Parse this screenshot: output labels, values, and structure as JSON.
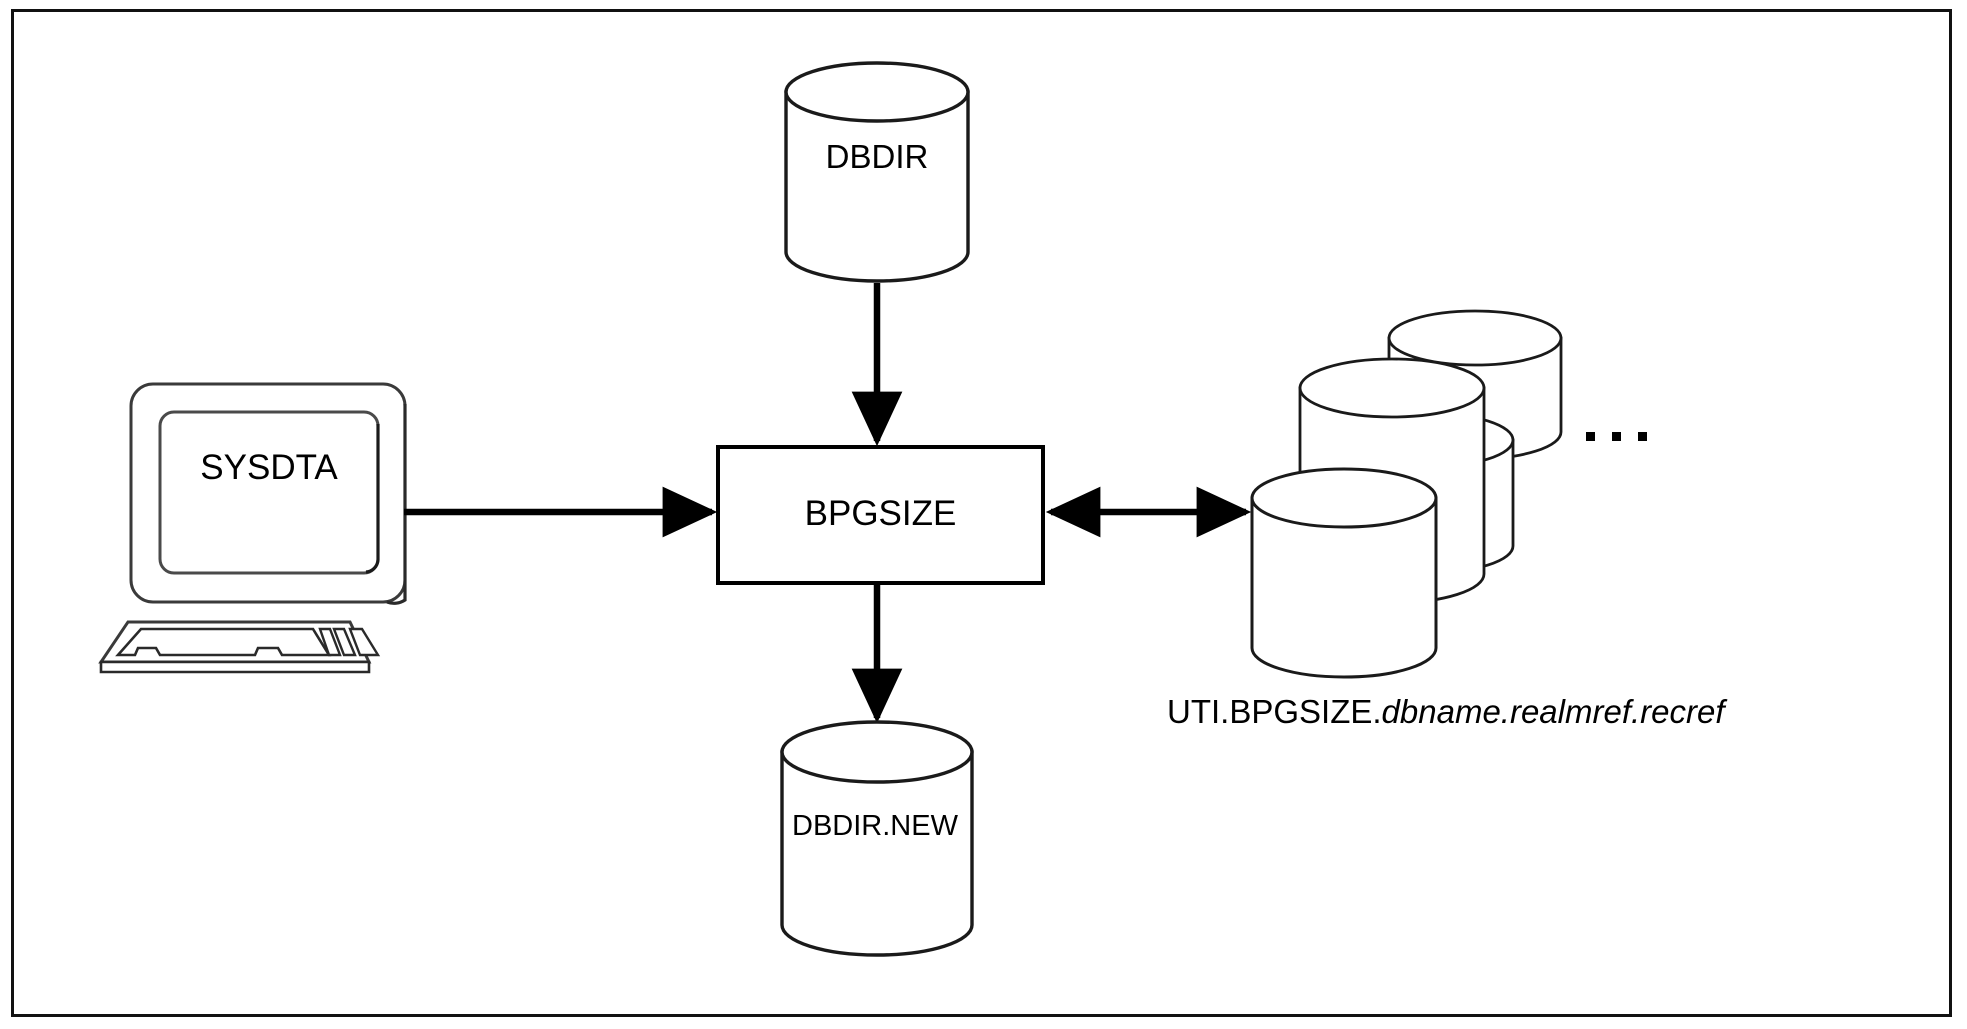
{
  "diagram": {
    "title": "BPGSIZE utility data flow",
    "frame": {
      "border_color": "#111111",
      "background": "#ffffff"
    },
    "nodes": {
      "input_terminal": {
        "icon": "computer-terminal-icon",
        "screen_label": "SYSDTA"
      },
      "top_database": {
        "icon": "database-cylinder-icon",
        "label": "DBDIR"
      },
      "process_box": {
        "label": "BPGSIZE"
      },
      "output_database": {
        "icon": "database-cylinder-icon",
        "label": "DBDIR.NEW"
      },
      "database_cluster": {
        "icon": "database-cylinder-stack-icon",
        "cylinder_count": 4,
        "ellipsis": "...",
        "caption_plain": "UTI.BPGSIZE.",
        "caption_italic": "dbname.realmref.recref"
      }
    },
    "edges": [
      {
        "name": "sysdta-to-bpgsize",
        "from": "input_terminal",
        "to": "process_box",
        "direction": "one-way"
      },
      {
        "name": "dbdir-to-bpgsize",
        "from": "top_database",
        "to": "process_box",
        "direction": "one-way"
      },
      {
        "name": "bpgsize-to-dbdirnew",
        "from": "process_box",
        "to": "output_database",
        "direction": "one-way"
      },
      {
        "name": "bpgsize-to-cluster",
        "from": "process_box",
        "to": "database_cluster",
        "direction": "two-way"
      }
    ]
  }
}
